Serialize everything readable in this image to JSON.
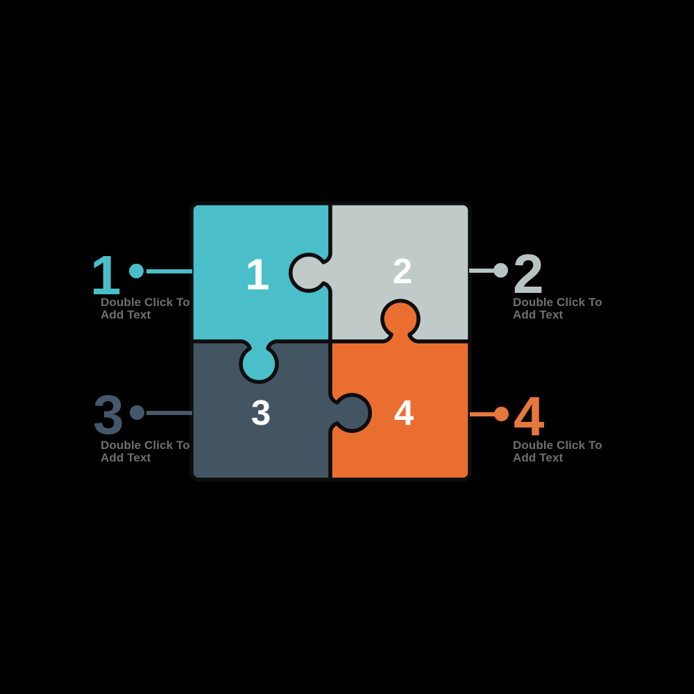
{
  "background_color": "#000000",
  "outline_color": "#0d0d0d",
  "number_color": "#ffffff",
  "caption_color": "#6f6f6f",
  "pieces": [
    {
      "position": "top-left",
      "label": "1",
      "color": "#4abfc9"
    },
    {
      "position": "top-right",
      "label": "2",
      "color": "#bfcac9"
    },
    {
      "position": "bottom-left",
      "label": "3",
      "color": "#435562"
    },
    {
      "position": "bottom-right",
      "label": "4",
      "color": "#eb6e31"
    }
  ],
  "callouts": [
    {
      "number": "1",
      "side": "left",
      "color": "#4abfc9",
      "line1": "Double Click To",
      "line2": "Add Text"
    },
    {
      "number": "2",
      "side": "right",
      "color": "#b7c4c1",
      "line1": "Double Click To",
      "line2": "Add Text"
    },
    {
      "number": "3",
      "side": "left",
      "color": "#45586b",
      "line1": "Double Click To",
      "line2": "Add Text"
    },
    {
      "number": "4",
      "side": "right",
      "color": "#e8773e",
      "line1": "Double Click To",
      "line2": "Add Text"
    }
  ]
}
